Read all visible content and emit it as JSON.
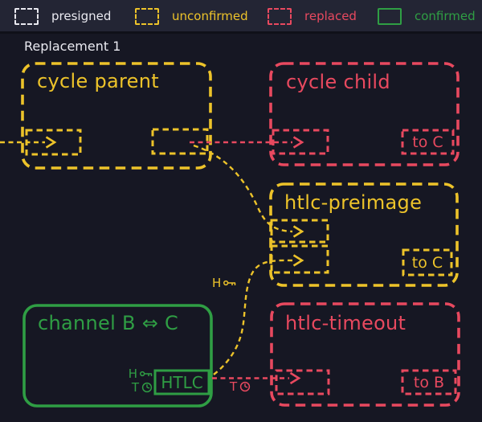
{
  "title": "Replacement 1",
  "legend": {
    "items": [
      {
        "label": "presigned",
        "state": "presigned"
      },
      {
        "label": "unconfirmed",
        "state": "unconfirmed"
      },
      {
        "label": "replaced",
        "state": "replaced"
      },
      {
        "label": "confirmed",
        "state": "confirmed"
      }
    ]
  },
  "colors": {
    "background": "#161723",
    "legend_background": "#232534",
    "presigned": "#e9e9f0",
    "unconfirmed": "#edc32a",
    "replaced": "#e8495f",
    "confirmed": "#2f9e44"
  },
  "nodes": {
    "cycle_parent": {
      "label": "cycle parent",
      "state": "unconfirmed"
    },
    "cycle_child": {
      "label": "cycle child",
      "state": "replaced",
      "output_label": "to C"
    },
    "htlc_preimage": {
      "label": "htlc-preimage",
      "state": "unconfirmed",
      "output_label": "to C"
    },
    "channel": {
      "label": "channel B ⇔ C",
      "state": "confirmed",
      "htlc_label": "HTLC",
      "hash_letter": "H",
      "time_letter": "T"
    },
    "htlc_timeout": {
      "label": "htlc-timeout",
      "state": "replaced",
      "output_label": "to B"
    }
  },
  "edge_labels": {
    "preimage_spend_hash": "H",
    "timeout_spend_time": "T"
  }
}
